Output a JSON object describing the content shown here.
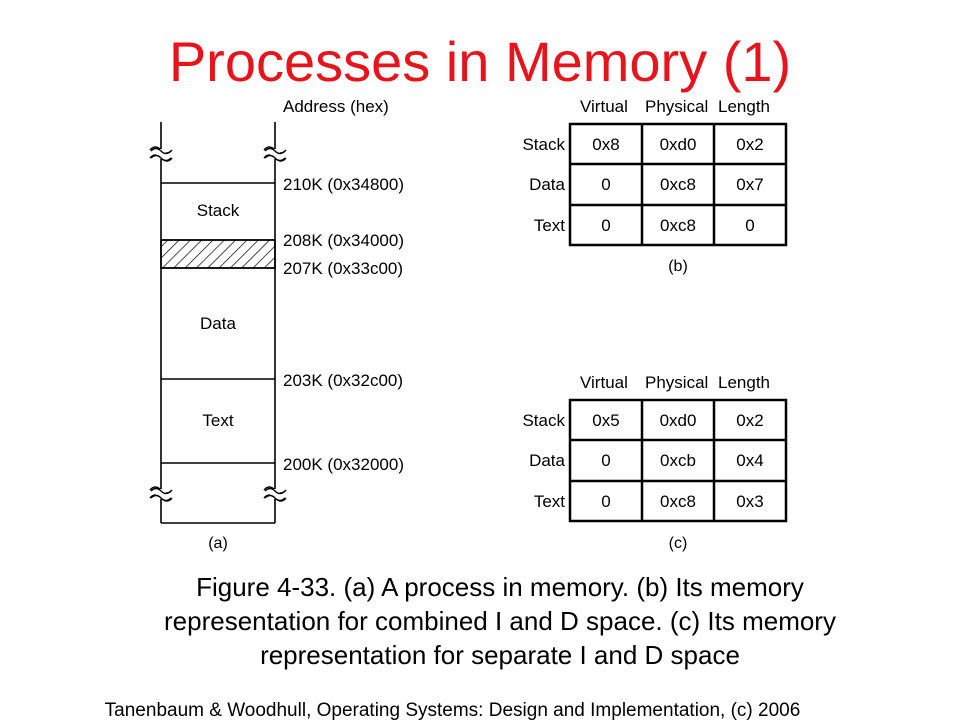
{
  "title": "Processes in Memory (1)",
  "diagram_a": {
    "address_header": "Address (hex)",
    "addresses": [
      "210K (0x34800)",
      "208K (0x34000)",
      "207K (0x33c00)",
      "203K (0x32c00)",
      "200K (0x32000)"
    ],
    "segments": [
      "Stack",
      "Data",
      "Text"
    ],
    "label": "(a)"
  },
  "table_b": {
    "headers": [
      "Virtual",
      "Physical",
      "Length"
    ],
    "rows": [
      {
        "label": "Stack",
        "cells": [
          "0x8",
          "0xd0",
          "0x2"
        ]
      },
      {
        "label": "Data",
        "cells": [
          "0",
          "0xc8",
          "0x7"
        ]
      },
      {
        "label": "Text",
        "cells": [
          "0",
          "0xc8",
          "0"
        ]
      }
    ],
    "label": "(b)"
  },
  "table_c": {
    "headers": [
      "Virtual",
      "Physical",
      "Length"
    ],
    "rows": [
      {
        "label": "Stack",
        "cells": [
          "0x5",
          "0xd0",
          "0x2"
        ]
      },
      {
        "label": "Data",
        "cells": [
          "0",
          "0xcb",
          "0x4"
        ]
      },
      {
        "label": "Text",
        "cells": [
          "0",
          "0xc8",
          "0x3"
        ]
      }
    ],
    "label": "(c)"
  },
  "caption": {
    "line1": "Figure 4-33.  (a) A process in memory.  (b) Its memory",
    "line2": "representation for combined I and D space.  (c) Its memory",
    "line3": "representation for separate I and D space"
  },
  "footer": "Tanenbaum & Woodhull, Operating Systems: Design and Implementation, (c) 2006"
}
